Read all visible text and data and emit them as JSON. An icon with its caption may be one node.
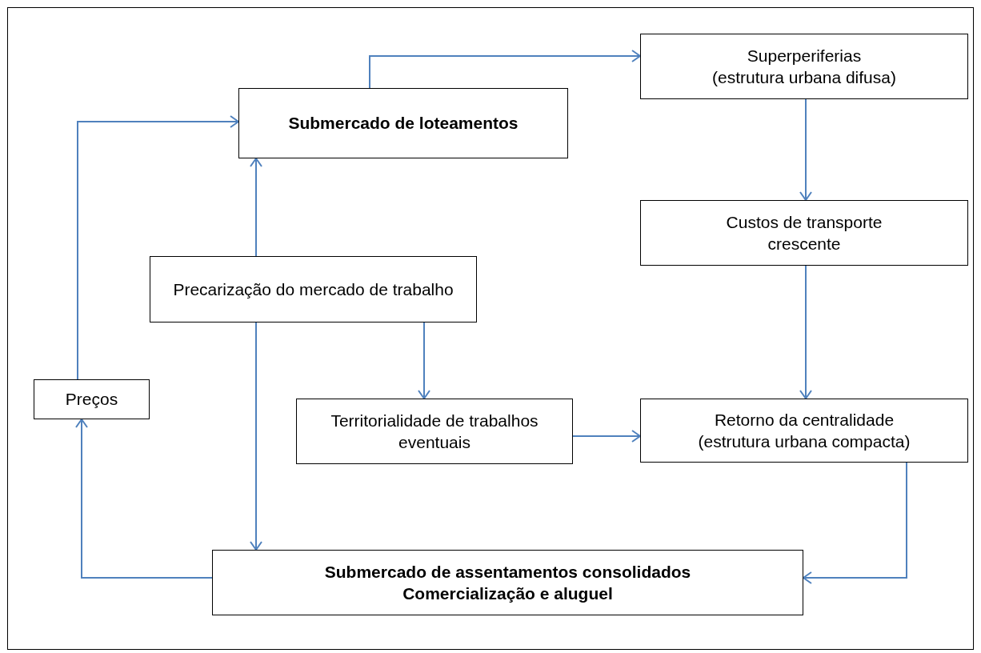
{
  "diagram": {
    "nodes": [
      {
        "text": [
          "Submercado de loteamentos"
        ]
      },
      {
        "text": [
          "Superperiferias",
          "(estrutura urbana difusa)"
        ]
      },
      {
        "text": [
          "Custos de transporte crescente"
        ]
      },
      {
        "text": [
          "Precarização do mercado de trabalho"
        ]
      },
      {
        "text": [
          "Preços"
        ]
      },
      {
        "text": [
          "Territorialidade de trabalhos eventuais"
        ]
      },
      {
        "text": [
          "Retorno da centralidade",
          "(estrutura urbana compacta)"
        ]
      },
      {
        "text": [
          "Submercado de assentamentos consolidados",
          "Comercialização e aluguel"
        ]
      }
    ],
    "edges": [
      {
        "from": 0,
        "to": 1,
        "arrow": "to"
      },
      {
        "from": 1,
        "to": 2,
        "arrow": "to"
      },
      {
        "from": 2,
        "to": 6,
        "arrow": "to"
      },
      {
        "from": 6,
        "to": 7,
        "arrow": "to"
      },
      {
        "from": 7,
        "to": 4,
        "arrow": "to"
      },
      {
        "from": 4,
        "to": 0,
        "arrow": "to"
      },
      {
        "from": 3,
        "to": 0,
        "arrow": "to"
      },
      {
        "from": 3,
        "to": 7,
        "arrow": "to"
      },
      {
        "from": 3,
        "to": 5,
        "arrow": "to"
      },
      {
        "from": 5,
        "to": 6,
        "arrow": "to"
      }
    ]
  }
}
